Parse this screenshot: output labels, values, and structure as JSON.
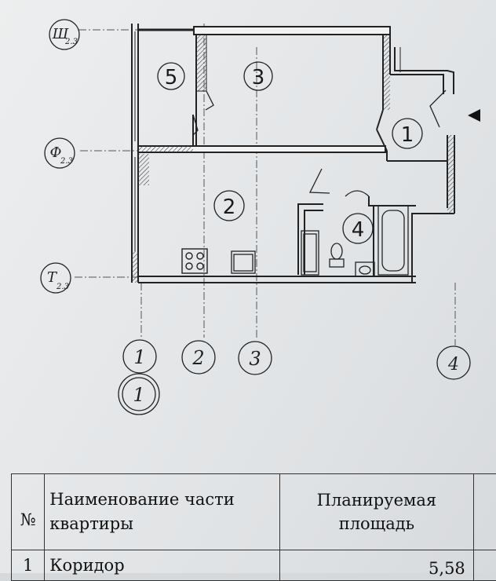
{
  "plan": {
    "axes_left": [
      "Ш",
      "Ф",
      "Т"
    ],
    "axes_left_sub": "2.3",
    "axes_bottom": [
      "1",
      "2",
      "3",
      "4"
    ],
    "plan_badge": "1",
    "rooms": [
      "1",
      "2",
      "3",
      "4",
      "5"
    ]
  },
  "table": {
    "headers": {
      "num": "№",
      "name_line1": "Наименование части",
      "name_line2": "квартиры",
      "area_line1": "Планируемая",
      "area_line2": "площадь"
    },
    "rows": [
      {
        "num": "1",
        "name": "Коридор",
        "area": "5,58"
      }
    ]
  }
}
